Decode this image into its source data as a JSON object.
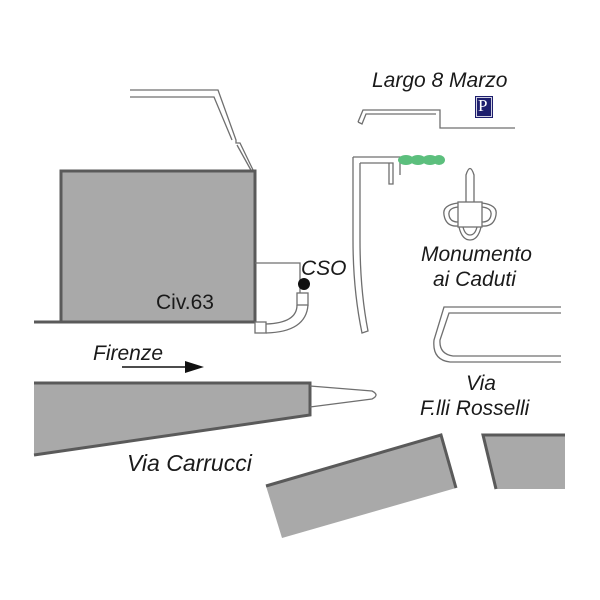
{
  "map": {
    "labels": {
      "largo": "Largo 8 Marzo",
      "monumento_line1": "Monumento",
      "monumento_line2": "ai Caduti",
      "cso": "CSO",
      "civ": "Civ.63",
      "firenze": "Firenze",
      "via_line1": "Via",
      "via_line2": "F.lli Rosselli",
      "carrucci": "Via Carrucci"
    },
    "parking": {
      "letter": "P",
      "icon": "parking-sign-icon"
    },
    "colors": {
      "building": "#a9a9a9",
      "building_edge": "#5a5a5a",
      "street_line": "#6f6f6f",
      "parking_bg": "#1e1f6e",
      "hedge": "#5cbf7d",
      "marker": "#111111"
    }
  }
}
